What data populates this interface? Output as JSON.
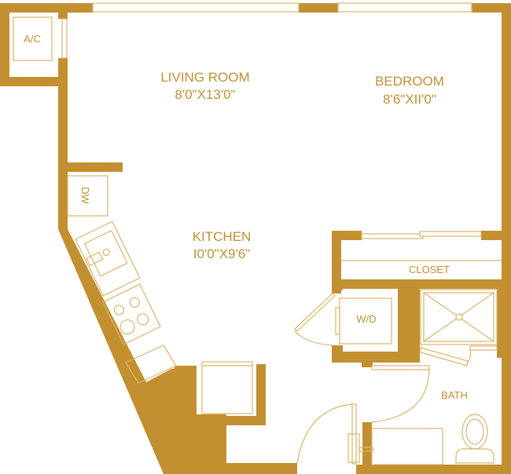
{
  "colors": {
    "wall": "#c29030",
    "fixture_line": "#dcb46a",
    "background": "#ffffff"
  },
  "rooms": {
    "living_room": {
      "name": "LIVING ROOM",
      "dimensions": "8'0\"X13'0\""
    },
    "bedroom": {
      "name": "BEDROOM",
      "dimensions": "8'6\"XII'0\""
    },
    "kitchen": {
      "name": "KITCHEN",
      "dimensions": "I0'0\"X9'6\""
    },
    "closet": {
      "name": "CLOSET"
    },
    "bath": {
      "name": "BATH"
    }
  },
  "fixtures": {
    "ac": "A/C",
    "dishwasher": "DW",
    "washer_dryer": "W/D"
  }
}
